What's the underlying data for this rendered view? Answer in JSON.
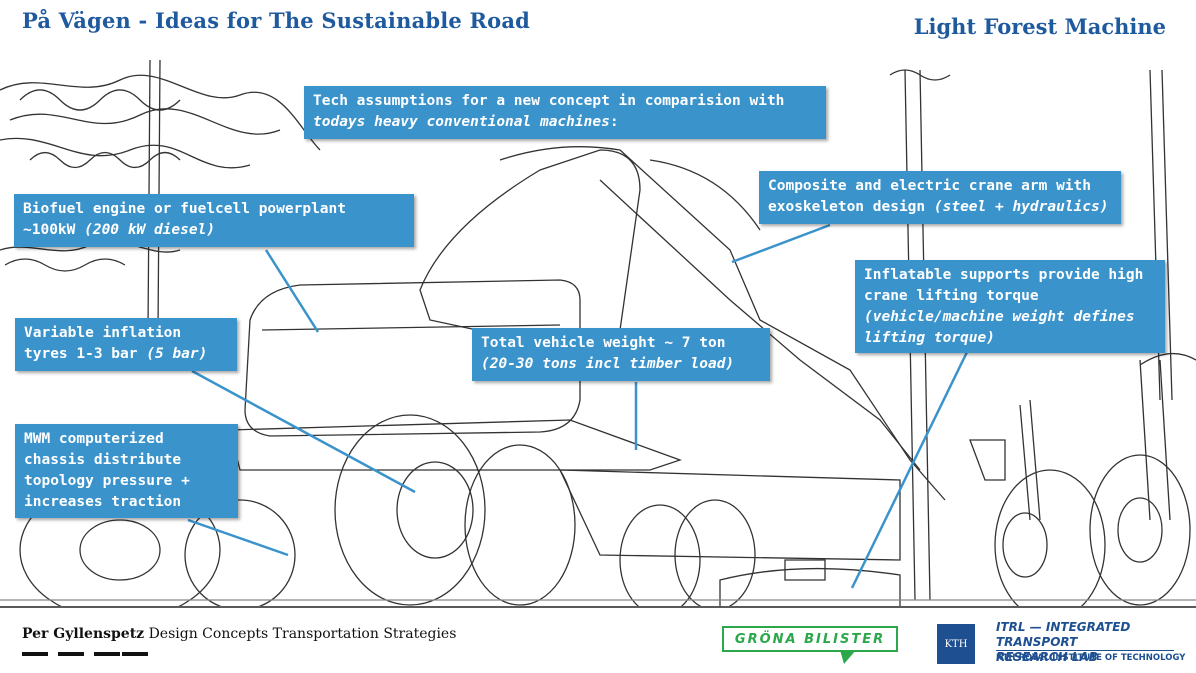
{
  "title_left": "På Vägen - Ideas for The Sustainable Road",
  "title_right": "Light Forest Machine",
  "callouts": {
    "tech": {
      "line1": "Tech assumptions for a new concept in comparision with",
      "line2": "todays heavy conventional machines",
      "line2_suffix": ":"
    },
    "crane": {
      "line1": "Composite and electric crane arm with",
      "line2": "exoskeleton design ",
      "line2_italic": "(steel + hydraulics)"
    },
    "engine": {
      "line1": "Biofuel engine or fuelcell powerplant",
      "line2": "~100kW ",
      "line2_italic": "(200 kW diesel)"
    },
    "supports": {
      "line1": "Inflatable supports provide high",
      "line2": "crane lifting torque",
      "line3_italic": "(vehicle/machine weight defines",
      "line4_italic": "lifting torque)"
    },
    "tyres": {
      "line1": "Variable inflation",
      "line2": "tyres 1-3 bar ",
      "line2_italic": "(5 bar)"
    },
    "weight": {
      "line1": "Total vehicle weight ~ 7 ton",
      "line2_italic": "(20-30 tons incl timber load)"
    },
    "chassis": {
      "line1": "MWM computerized",
      "line2": "chassis distribute",
      "line3": "topology pressure +",
      "line4": "increases traction"
    }
  },
  "footer": {
    "author": "Per Gyllenspetz",
    "tags": " Design Concepts  Transportation Strategies",
    "green_logo": "GRÖNA BILISTER",
    "kth": "KTH",
    "itrl_line1": "ITRL — INTEGRATED TRANSPORT",
    "itrl_line2": "RESEARCH LAB",
    "itrl_line3": "KTH ROYAL INSTITUTE OF TECHNOLOGY"
  },
  "colors": {
    "title": "#1f5a9e",
    "callout_bg": "#3b93cc",
    "leader": "#3b93cc",
    "logo_green": "#2aa84a",
    "kth_blue": "#1d4f91"
  }
}
